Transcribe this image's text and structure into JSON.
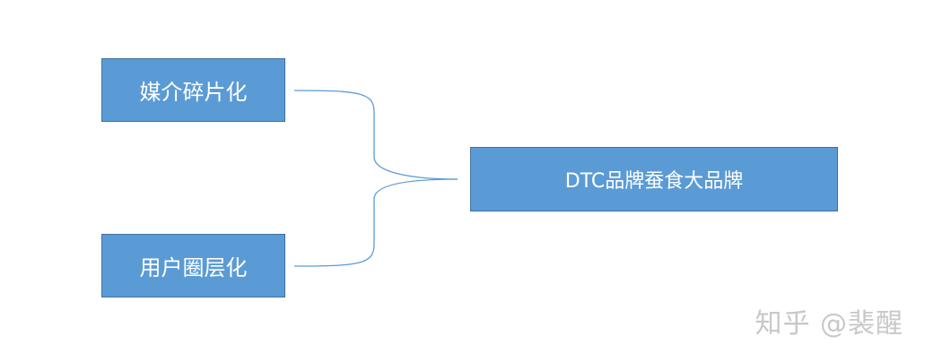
{
  "diagram": {
    "left_top_label": "媒介碎片化",
    "left_bottom_label": "用户圈层化",
    "right_label": "DTC品牌蚕食大品牌"
  },
  "colors": {
    "box_fill": "#5b9bd5",
    "box_border": "#41719c",
    "connector": "#5b9bd5",
    "text": "#ffffff",
    "watermark": "#c8c8c8"
  },
  "watermark": {
    "text": "知乎 @裴醒"
  }
}
